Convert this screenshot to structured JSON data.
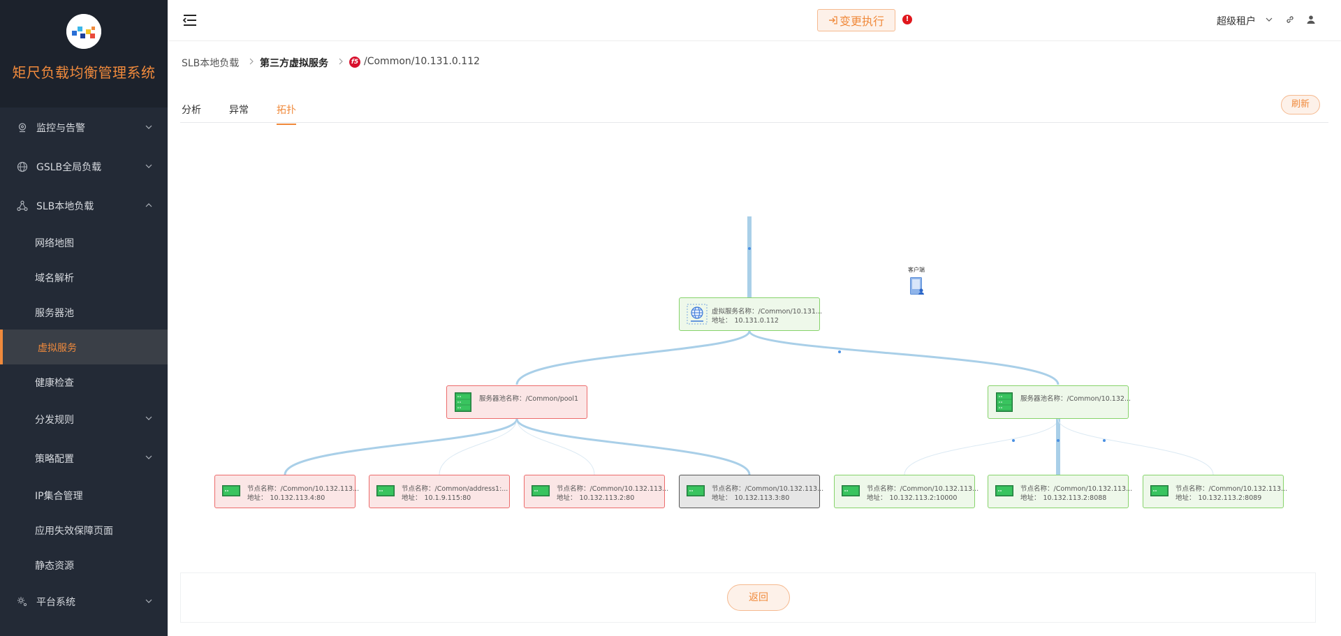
{
  "app": {
    "title": "矩尺负载均衡管理系统"
  },
  "sidebar": {
    "menu": [
      {
        "label": "监控与告警",
        "icon": "monitor-icon",
        "expanded": false
      },
      {
        "label": "GSLB全局负载",
        "icon": "globe-icon",
        "expanded": false
      },
      {
        "label": "SLB本地负载",
        "icon": "network-icon",
        "expanded": true
      }
    ],
    "sub": [
      {
        "label": "网络地图"
      },
      {
        "label": "域名解析"
      },
      {
        "label": "服务器池"
      },
      {
        "label": "虚拟服务",
        "active": true
      },
      {
        "label": "健康检查"
      },
      {
        "label": "分发规则",
        "has_children": true
      },
      {
        "label": "策略配置",
        "has_children": true
      },
      {
        "label": "IP集合管理"
      },
      {
        "label": "应用失效保障页面"
      },
      {
        "label": "静态资源"
      }
    ],
    "platform": {
      "label": "平台系统",
      "icon": "gear-icon"
    }
  },
  "header": {
    "change_button": "变更执行",
    "alert": "!",
    "tenant": "超级租户"
  },
  "breadcrumb": {
    "item1": "SLB本地负载",
    "item2": "第三方虚拟服务",
    "badge": "f5",
    "item3": "/Common/10.131.0.112"
  },
  "tabs": {
    "items": [
      "分析",
      "异常",
      "拓扑"
    ],
    "active": "拓扑",
    "refresh": "刷新"
  },
  "topology": {
    "client": "客户端",
    "virtual_service": {
      "name_label": "虚拟服务名称：",
      "name": "/Common/10.131...",
      "addr_label": "地址：",
      "addr": "10.131.0.112",
      "status": "green"
    },
    "pools": [
      {
        "name_label": "服务器池名称：",
        "name": "/Common/pool1",
        "status": "red"
      },
      {
        "name_label": "服务器池名称：",
        "name": "/Common/10.132...",
        "status": "green"
      }
    ],
    "nodes": [
      {
        "name_label": "节点名称：",
        "name": "/Common/10.132.113...",
        "addr_label": "地址：",
        "addr": "10.132.113.4:80",
        "status": "red"
      },
      {
        "name_label": "节点名称：",
        "name": "/Common/address1:...",
        "addr_label": "地址：",
        "addr": "10.1.9.115:80",
        "status": "red"
      },
      {
        "name_label": "节点名称：",
        "name": "/Common/10.132.113...",
        "addr_label": "地址：",
        "addr": "10.132.113.2:80",
        "status": "red"
      },
      {
        "name_label": "节点名称：",
        "name": "/Common/10.132.113...",
        "addr_label": "地址：",
        "addr": "10.132.113.3:80",
        "status": "gray"
      },
      {
        "name_label": "节点名称：",
        "name": "/Common/10.132.113...",
        "addr_label": "地址：",
        "addr": "10.132.113.2:10000",
        "status": "green"
      },
      {
        "name_label": "节点名称：",
        "name": "/Common/10.132.113...",
        "addr_label": "地址：",
        "addr": "10.132.113.2:8088",
        "status": "green"
      },
      {
        "name_label": "节点名称：",
        "name": "/Common/10.132.113...",
        "addr_label": "地址：",
        "addr": "10.132.113.2:8089",
        "status": "green"
      }
    ]
  },
  "footer": {
    "back": "返回"
  },
  "colors": {
    "accent": "#f08a3c",
    "sidebar_bg": "#232a36",
    "status_red": "#ec6b6b",
    "status_green": "#86d36a",
    "link": "#a9cfe8"
  }
}
